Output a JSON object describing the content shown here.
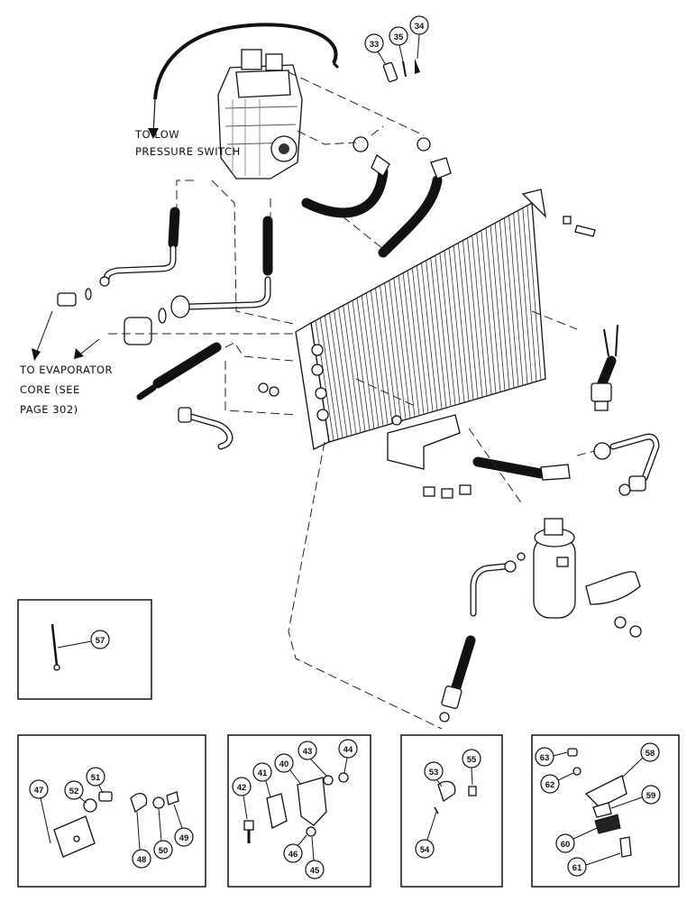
{
  "labels": {
    "to_low_line1": "TO LOW",
    "to_low_line2": "PRESSURE SWITCH",
    "to_evap_line1": "TO EVAPORATOR",
    "to_evap_line2": "CORE (SEE",
    "to_evap_line3": "PAGE 302)"
  },
  "callouts": {
    "c33": "33",
    "c34": "34",
    "c35": "35",
    "c40": "40",
    "c41": "41",
    "c42": "42",
    "c43": "43",
    "c44": "44",
    "c45": "45",
    "c46": "46",
    "c47": "47",
    "c48": "48",
    "c49": "49",
    "c50": "50",
    "c51": "51",
    "c52": "52",
    "c53": "53",
    "c54": "54",
    "c55": "55",
    "c57": "57",
    "c58": "58",
    "c59": "59",
    "c60": "60",
    "c61": "61",
    "c62": "62",
    "c63": "63"
  }
}
